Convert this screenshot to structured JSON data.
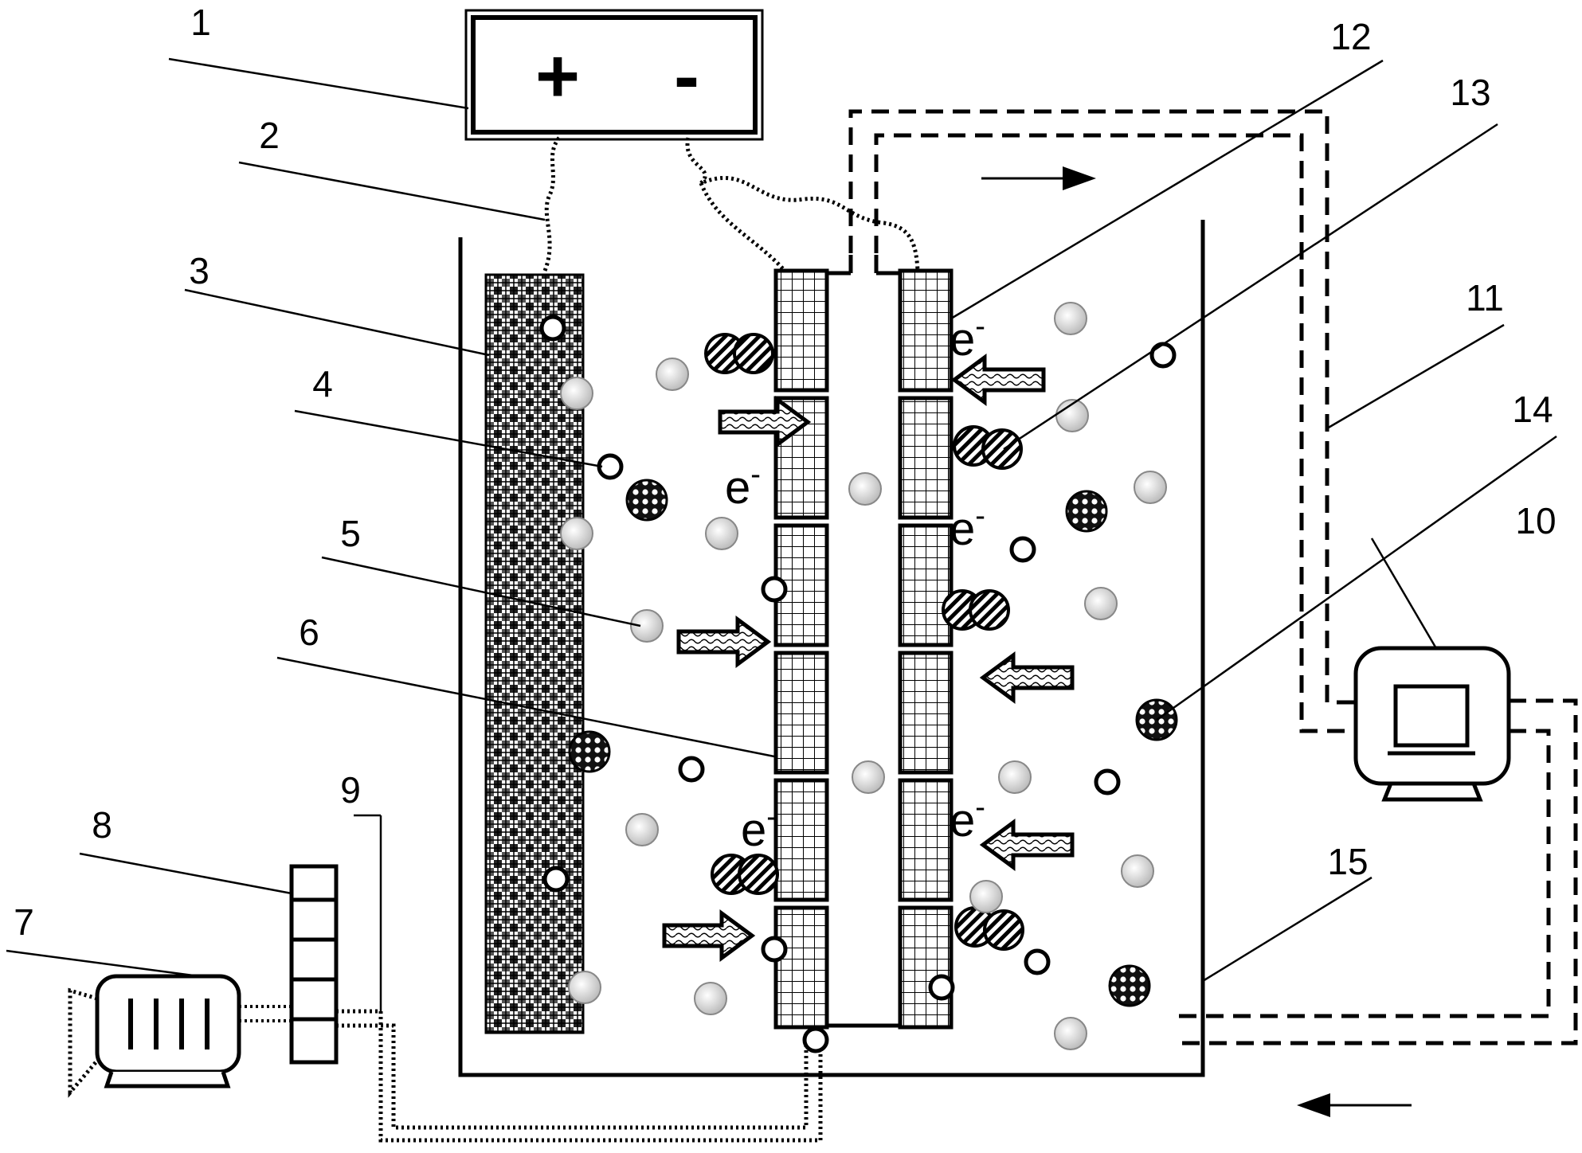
{
  "power_supply": {
    "plus_symbol": "+",
    "minus_symbol": "-"
  },
  "component_numbers": [
    "1",
    "2",
    "3",
    "4",
    "5",
    "6",
    "7",
    "8",
    "9",
    "10",
    "11",
    "12",
    "13",
    "14",
    "15"
  ],
  "electron_label": {
    "base": "e",
    "charge": "-"
  },
  "colors": {
    "stroke": "#000000",
    "background": "#ffffff",
    "particle_fill": "#e6e6e6"
  },
  "icons": [
    "power-supply-icon",
    "pump-icon",
    "filter-icon",
    "computer-monitor-icon",
    "oxygen-bubble-icon",
    "contaminant-particle-icon",
    "microbe-cluster-icon",
    "dual-hatched-molecule-icon",
    "wavy-flow-arrow-icon"
  ]
}
